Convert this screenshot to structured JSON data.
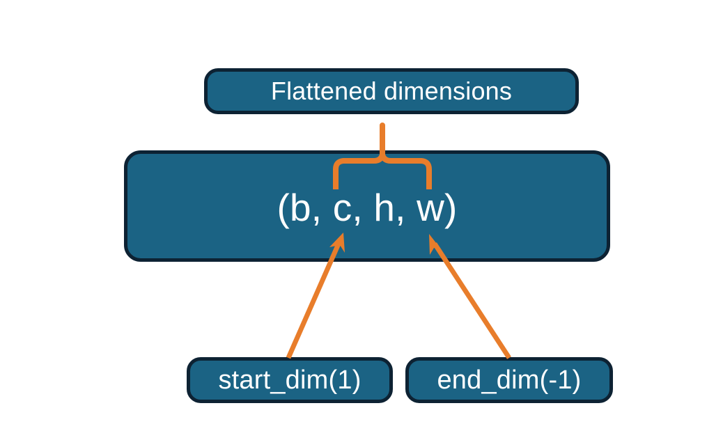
{
  "diagram": {
    "title_node": {
      "label": "Flattened dimensions",
      "name": "flattened-dimensions-box"
    },
    "shape_node": {
      "label": "(b, c, h, w)",
      "name": "tensor-shape-box"
    },
    "start_node": {
      "label": "start_dim(1)",
      "name": "start-dim-box"
    },
    "end_node": {
      "label": "end_dim(-1)",
      "name": "end-dim-box"
    },
    "connectors": {
      "brace": "curly-brace-spanning-c-h-w",
      "start_arrow": "arrow-start-dim-to-shape",
      "end_arrow": "arrow-end-dim-to-shape"
    },
    "colors": {
      "box_fill": "#1b6384",
      "box_border": "#0d2233",
      "accent_orange": "#e87d2b",
      "text": "#ffffff",
      "background": "#ffffff"
    }
  }
}
